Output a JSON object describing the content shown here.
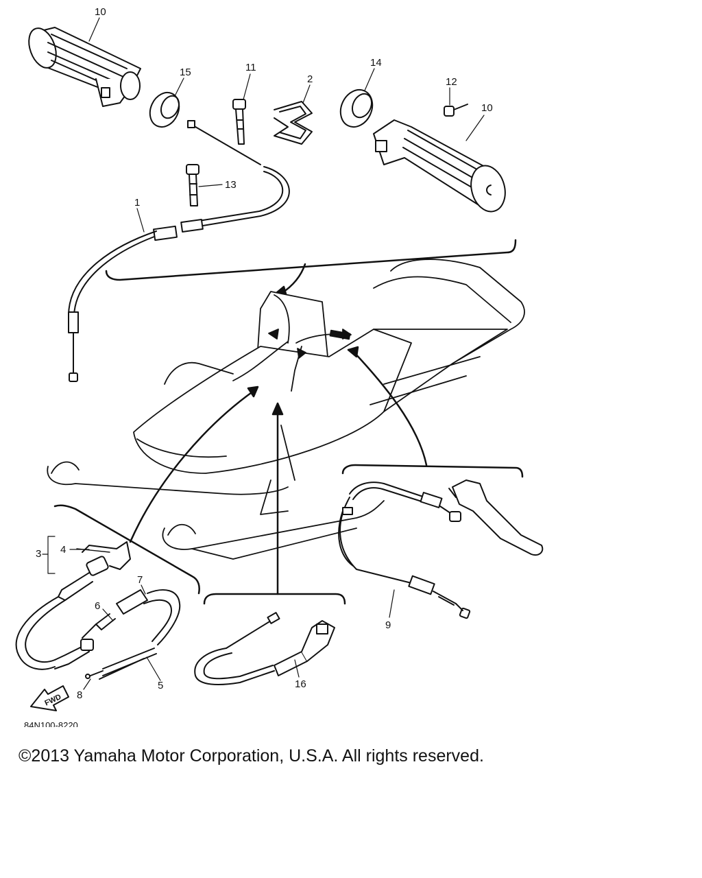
{
  "diagram": {
    "drawing_code": "84N100-8220",
    "fwd_label": "FWD",
    "callouts": {
      "c1": "1",
      "c2": "2",
      "c3": "3",
      "c4": "4",
      "c5": "5",
      "c6": "6",
      "c7": "7",
      "c8": "8",
      "c9": "9",
      "c10a": "10",
      "c10b": "10",
      "c11": "11",
      "c12": "12",
      "c13": "13",
      "c14": "14",
      "c15": "15",
      "c16": "16"
    }
  },
  "footer": {
    "copyright": "©2013 Yamaha Motor Corporation, U.S.A. All rights reserved."
  }
}
